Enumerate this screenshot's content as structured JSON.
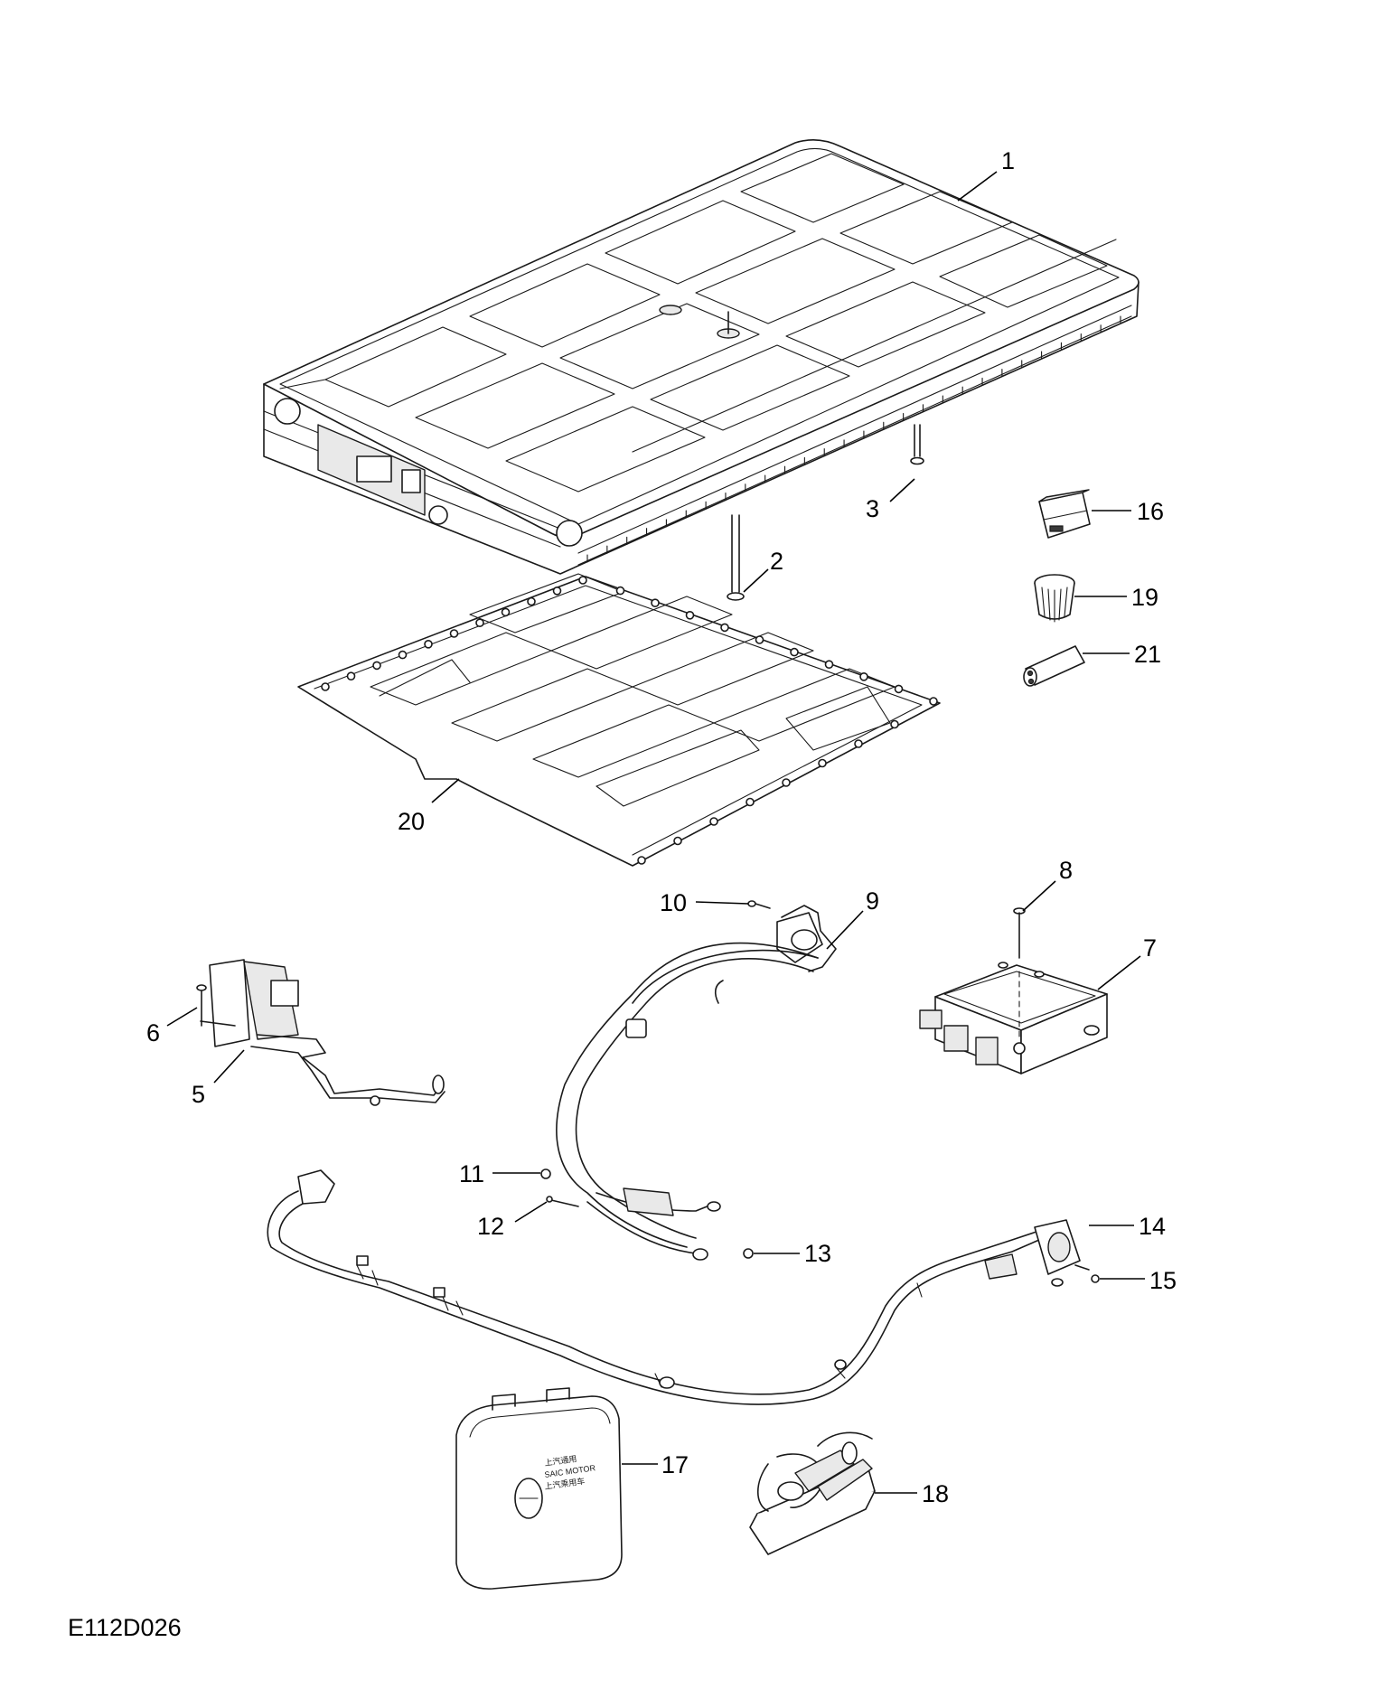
{
  "figure": {
    "code": "E112D026",
    "callouts": [
      {
        "id": "1",
        "label": "1"
      },
      {
        "id": "2",
        "label": "2"
      },
      {
        "id": "3",
        "label": "3"
      },
      {
        "id": "5",
        "label": "5"
      },
      {
        "id": "6",
        "label": "6"
      },
      {
        "id": "7",
        "label": "7"
      },
      {
        "id": "8",
        "label": "8"
      },
      {
        "id": "9",
        "label": "9"
      },
      {
        "id": "10",
        "label": "10"
      },
      {
        "id": "11",
        "label": "11"
      },
      {
        "id": "12",
        "label": "12"
      },
      {
        "id": "13",
        "label": "13"
      },
      {
        "id": "14",
        "label": "14"
      },
      {
        "id": "15",
        "label": "15"
      },
      {
        "id": "16",
        "label": "16"
      },
      {
        "id": "17",
        "label": "17"
      },
      {
        "id": "18",
        "label": "18"
      },
      {
        "id": "19",
        "label": "19"
      },
      {
        "id": "20",
        "label": "20"
      },
      {
        "id": "21",
        "label": "21"
      }
    ]
  },
  "logos": {
    "case_brand": "上汽通用 SAIC MOTOR 上汽乘用车"
  }
}
